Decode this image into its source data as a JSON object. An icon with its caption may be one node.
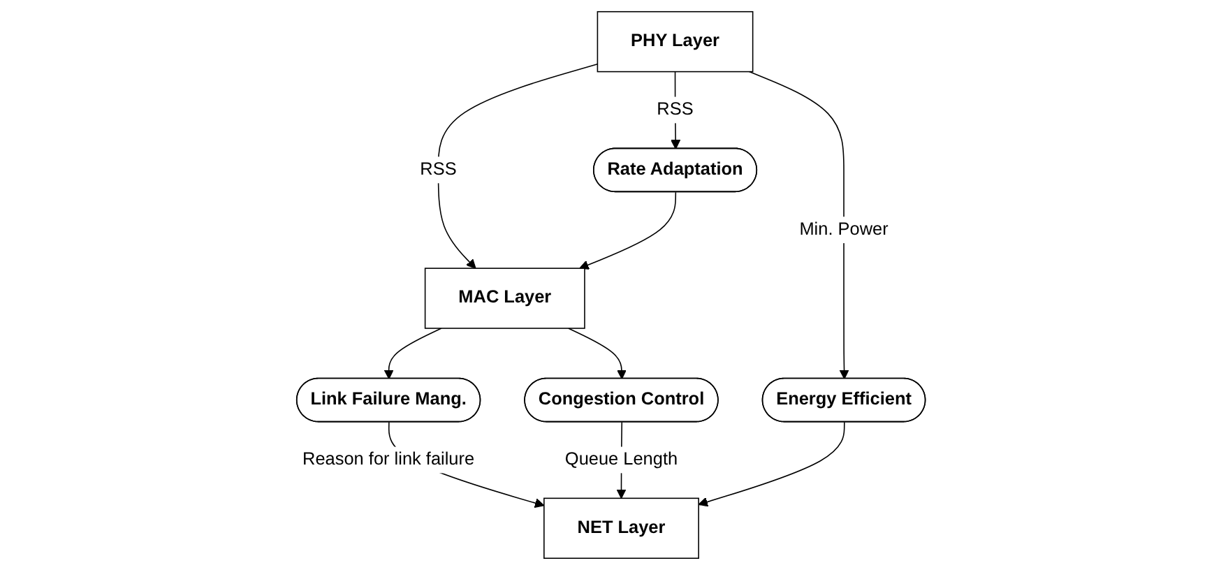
{
  "diagram": {
    "nodes": [
      {
        "text": [
          "PHY Layer"
        ]
      },
      {
        "text": [
          "Rate Adaptation"
        ]
      },
      {
        "text": [
          "Link Failure Mang."
        ]
      },
      {
        "text": [
          "MAC Layer"
        ]
      },
      {
        "text": [
          "Congestion Control"
        ]
      },
      {
        "text": [
          "NET Layer"
        ]
      },
      {
        "text": [
          "Energy Efficient"
        ]
      }
    ],
    "edges": [
      {
        "from": 0,
        "to": 1,
        "arrow": "to",
        "label": "RSS"
      },
      {
        "from": 0,
        "to": 3,
        "arrow": "to",
        "label": "RSS"
      },
      {
        "from": 1,
        "to": 3,
        "arrow": "to"
      },
      {
        "from": 3,
        "to": 2,
        "arrow": "to"
      },
      {
        "from": 3,
        "to": 4,
        "arrow": "to"
      },
      {
        "from": 2,
        "to": 5,
        "arrow": "to",
        "label": "Reason for link failure"
      },
      {
        "from": 4,
        "to": 5,
        "arrow": "to",
        "label": "Queue Length"
      },
      {
        "from": 0,
        "to": 6,
        "arrow": "to",
        "label": "Min. Power"
      },
      {
        "from": 6,
        "to": 5,
        "arrow": "to"
      }
    ]
  }
}
